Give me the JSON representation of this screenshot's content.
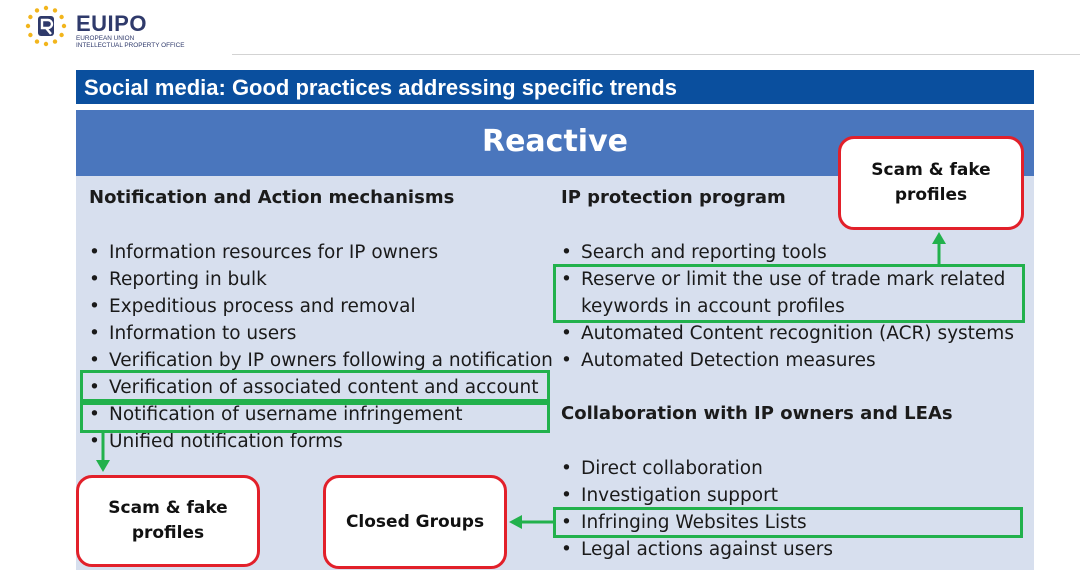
{
  "brand": {
    "wordmark": "EUIPO",
    "subtitle_lines": [
      "EUROPEAN UNION",
      "INTELLECTUAL PROPERTY OFFICE"
    ]
  },
  "slide": {
    "title": "Social media: Good practices addressing specific trends",
    "heading": "Reactive"
  },
  "left": {
    "heading": "Notification and Action mechanisms",
    "items": [
      "Information resources for IP owners",
      "Reporting in bulk",
      "Expeditious process and removal",
      "Information to users",
      "Verification by IP owners following a notification",
      "Verification of associated content and account",
      "Notification of username infringement",
      "Unified notification forms"
    ]
  },
  "right_top": {
    "heading": "IP protection program",
    "items": [
      "Search and reporting tools",
      "Reserve or limit the use of trade mark related",
      "keywords in account profiles",
      "Automated Content recognition (ACR) systems",
      "Automated Detection measures"
    ]
  },
  "right_bottom": {
    "heading": "Collaboration with IP owners and LEAs",
    "items": [
      "Direct collaboration",
      "Investigation support",
      "Infringing Websites Lists",
      "Legal actions against users"
    ]
  },
  "callouts": {
    "top_right": [
      "Scam & fake",
      "profiles"
    ],
    "bottom_left": [
      "Scam & fake",
      "profiles"
    ],
    "bottom_middle": "Closed Groups"
  },
  "colors": {
    "title_bar": "#0a4f9e",
    "panel_header": "#4a76bd",
    "panel_body": "#d7dfee",
    "highlight": "#22b14c",
    "callout_border": "#e2202a"
  }
}
